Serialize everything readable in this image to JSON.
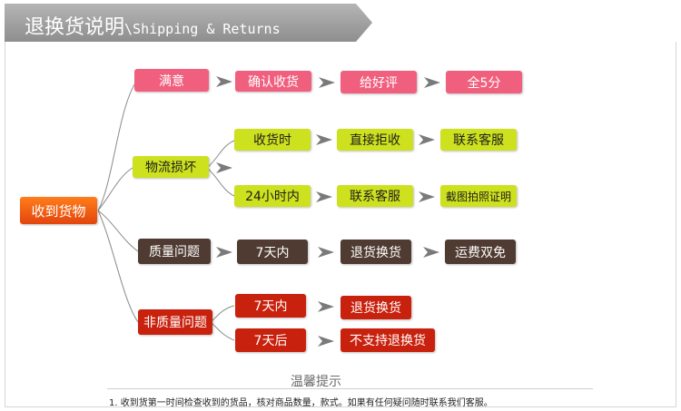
{
  "header": {
    "title_cn": "退换货说明",
    "title_en": "\\Shipping & Returns"
  },
  "root": "收到货物",
  "branches": {
    "satisfied": {
      "label": "满意",
      "steps": [
        "确认收货",
        "给好评",
        "全5分"
      ]
    },
    "damaged": {
      "label": "物流损坏",
      "row1": [
        "收货时",
        "直接拒收",
        "联系客服"
      ],
      "row2": [
        "24小时内",
        "联系客服",
        "截图拍照证明"
      ]
    },
    "quality": {
      "label": "质量问题",
      "steps": [
        "7天内",
        "退货换货",
        "运费双免"
      ]
    },
    "nonquality": {
      "label": "非质量问题",
      "row1": [
        "7天内",
        "退货换货"
      ],
      "row2": [
        "7天后",
        "不支持退换货"
      ]
    }
  },
  "tips": {
    "title": "温馨提示",
    "text": "1. 收到货第一时间检查收到的货品，核对商品数量，款式。如果有任何疑问随时联系我们客服。"
  },
  "colors": {
    "pink": "#f0607e",
    "yellow": "#cde11e",
    "brown": "#4f3b31",
    "red": "#c8210d",
    "orange": "#f2641a",
    "header_gray": "#9e9e9e"
  }
}
